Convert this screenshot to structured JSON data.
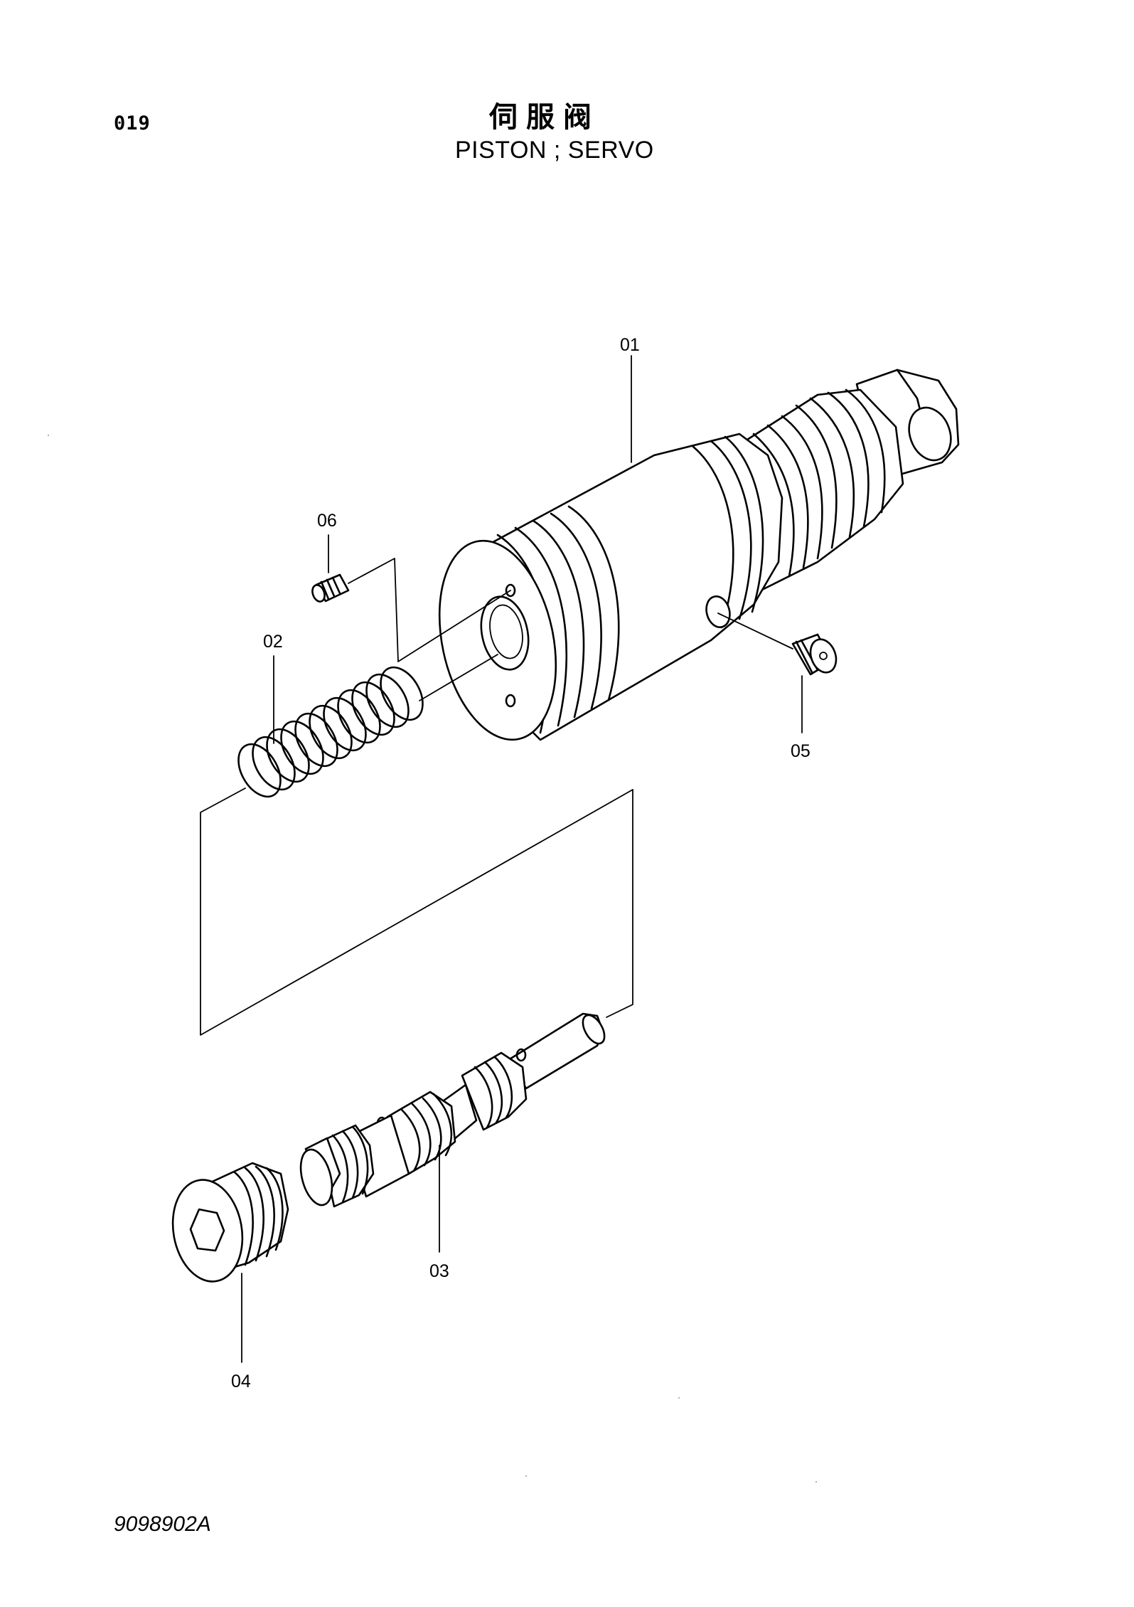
{
  "header": {
    "page_number": "019",
    "title_cn": "伺服阀",
    "title_en": "PISTON ; SERVO"
  },
  "callouts": {
    "part_01": "01",
    "part_02": "02",
    "part_03": "03",
    "part_04": "04",
    "part_05": "05",
    "part_06": "06"
  },
  "footer": {
    "document_code": "9098902A"
  }
}
